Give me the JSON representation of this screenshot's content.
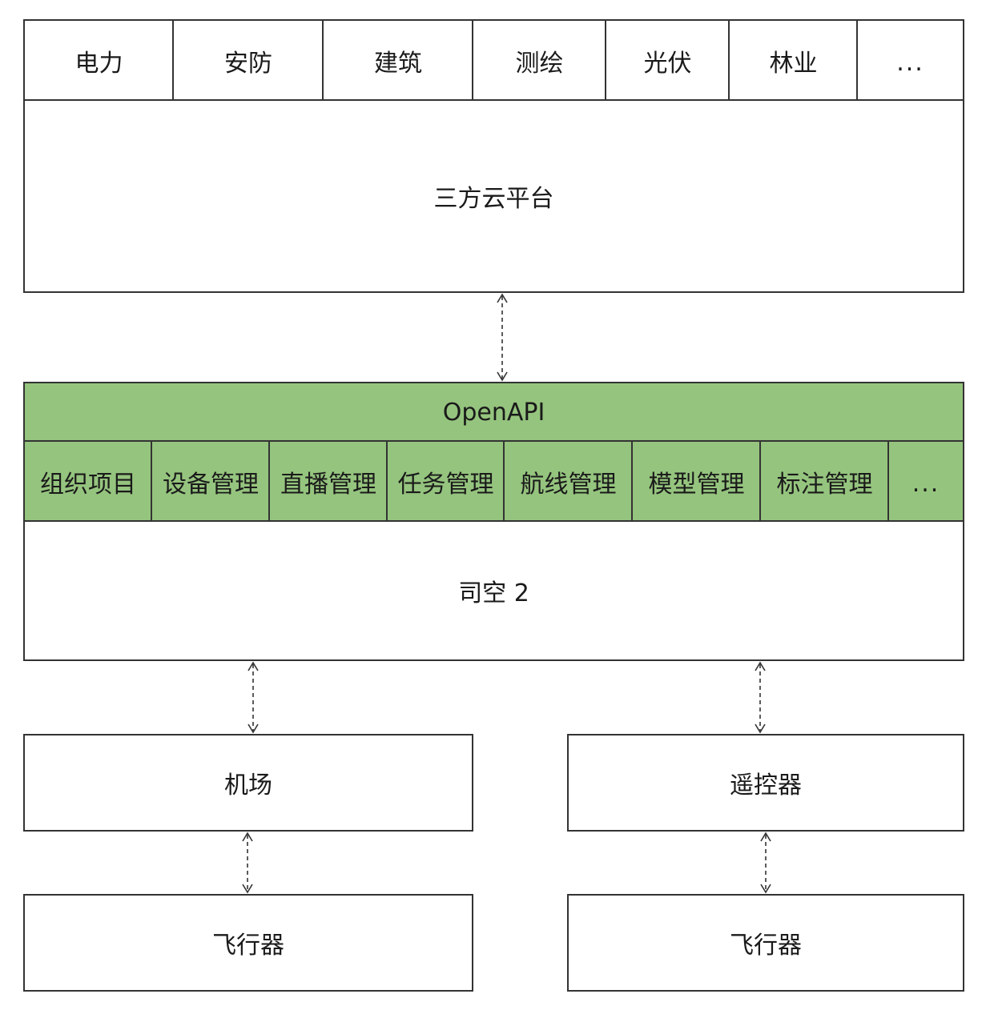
{
  "industries": [
    "电力",
    "安防",
    "建筑",
    "测绘",
    "光伏",
    "林业",
    "..."
  ],
  "third_party_platform": "三方云平台",
  "openapi_title": "OpenAPI",
  "modules": [
    "组织项目",
    "设备管理",
    "直播管理",
    "任务管理",
    "航线管理",
    "模型管理",
    "标注管理",
    "..."
  ],
  "core_system": "司空 2",
  "left_device": "机场",
  "right_device": "遥控器",
  "left_aircraft": "飞行器",
  "right_aircraft": "飞行器",
  "colors": {
    "openapi_fill": "#95c47e",
    "border": "#333333"
  }
}
